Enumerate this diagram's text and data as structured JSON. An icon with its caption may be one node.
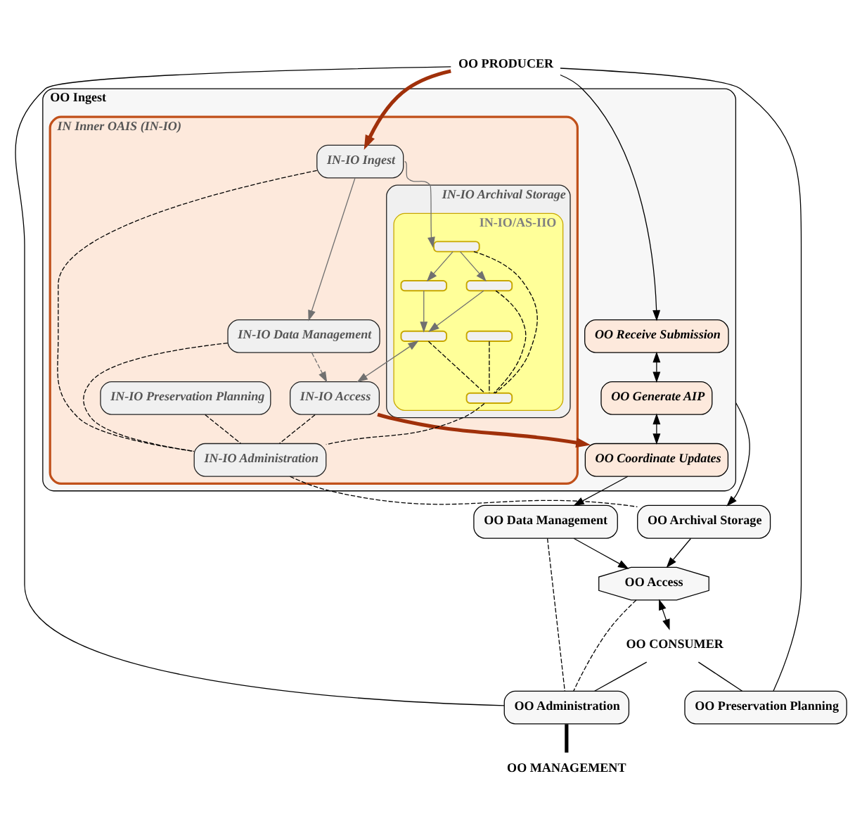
{
  "diagram": {
    "nodes": [
      {
        "text": [
          "OO Preservation Planning"
        ]
      },
      {
        "text": [
          "OO Data Management"
        ]
      },
      {
        "text": [
          "OO Ingest"
        ]
      },
      {
        "text": [
          "OO Receive Submission"
        ],
        "in": 2
      },
      {
        "text": [
          "OO Generate AIP"
        ],
        "in": 2
      },
      {
        "text": [
          "OO Coordinate Updates"
        ],
        "in": 2
      },
      {
        "text": [
          "IN Inner OAIS (IN-IO)"
        ],
        "in": 2
      },
      {
        "text": [
          "IN-IO Preservation Planning"
        ],
        "in": 6
      },
      {
        "text": [
          "IN-IO Ingest"
        ],
        "in": 6
      },
      {
        "text": [
          "IN-IO Data Management"
        ],
        "in": 6
      },
      {
        "text": [
          "IN-IO Access"
        ],
        "in": 6
      },
      {
        "text": [
          "IN-IO Archival Storage"
        ],
        "in": 6
      },
      {
        "text": [
          "IN-IO/AS-IIO"
        ],
        "in": 11
      },
      {
        "text": [],
        "shape": "box",
        "in": 12
      },
      {
        "text": [],
        "shape": "box",
        "in": 12
      },
      {
        "text": [],
        "shape": "box",
        "in": 12
      },
      {
        "text": [],
        "shape": "box",
        "in": 12
      },
      {
        "text": [],
        "shape": "box",
        "in": 12
      },
      {
        "text": [],
        "shape": "box",
        "in": 12
      },
      {
        "text": [
          "IN-IO Administration"
        ],
        "in": 6
      },
      {
        "text": [
          "OO Access"
        ]
      },
      {
        "text": [
          "OO Archival Storage"
        ]
      },
      {
        "text": [
          "OO Administration"
        ]
      },
      {
        "text": [
          "OO PRODUCER"
        ]
      },
      {
        "text": [
          "OO CONSUMER"
        ]
      },
      {
        "text": [
          "OO MANAGEMENT"
        ]
      }
    ],
    "edges": [
      {
        "from": 23,
        "to": 0,
        "arrow": "none"
      },
      {
        "from": 23,
        "to": 3,
        "arrow": "to"
      },
      {
        "from": 23,
        "to": 8,
        "arrow": "to",
        "style": "thick",
        "color": "#a0300a"
      },
      {
        "from": 23,
        "to": 22,
        "arrow": "none"
      },
      {
        "from": 3,
        "to": 4,
        "arrow": "both"
      },
      {
        "from": 4,
        "to": 5,
        "arrow": "both"
      },
      {
        "from": 8,
        "to": 9,
        "arrow": "to",
        "color": "#707070"
      },
      {
        "from": 8,
        "to": 14,
        "arrow": "to",
        "color": "#707070"
      },
      {
        "from": 14,
        "to": 15,
        "arrow": "to",
        "color": "#707070"
      },
      {
        "from": 14,
        "to": 16,
        "arrow": "to",
        "color": "#707070"
      },
      {
        "from": 15,
        "to": 17,
        "arrow": "to",
        "color": "#707070"
      },
      {
        "from": 16,
        "to": 17,
        "arrow": "to",
        "color": "#707070"
      },
      {
        "from": 17,
        "to": 10,
        "arrow": "both",
        "color": "#707070"
      },
      {
        "from": 9,
        "to": 10,
        "arrow": "to",
        "style": "dashed",
        "color": "#707070"
      },
      {
        "from": 10,
        "to": 5,
        "arrow": "to",
        "style": "thick",
        "color": "#a0300a"
      },
      {
        "from": 5,
        "to": 1,
        "arrow": "to"
      },
      {
        "from": 1,
        "to": 20,
        "arrow": "to"
      },
      {
        "from": 2,
        "to": 21,
        "arrow": "to"
      },
      {
        "from": 21,
        "to": 20,
        "arrow": "to"
      },
      {
        "from": 20,
        "to": 24,
        "arrow": "both"
      },
      {
        "from": 24,
        "to": 0,
        "arrow": "none"
      },
      {
        "from": 24,
        "to": 22,
        "arrow": "none"
      },
      {
        "from": 13,
        "to": 18,
        "arrow": "none",
        "style": "dashed"
      },
      {
        "from": 14,
        "to": 18,
        "arrow": "none",
        "style": "dashed"
      },
      {
        "from": 16,
        "to": 18,
        "arrow": "none",
        "style": "dashed"
      },
      {
        "from": 17,
        "to": 18,
        "arrow": "none",
        "style": "dashed"
      },
      {
        "from": 8,
        "to": 19,
        "arrow": "none",
        "style": "dashed"
      },
      {
        "from": 7,
        "to": 19,
        "arrow": "none",
        "style": "dashed"
      },
      {
        "from": 9,
        "to": 19,
        "arrow": "none",
        "style": "dashed"
      },
      {
        "from": 10,
        "to": 19,
        "arrow": "none",
        "style": "dashed"
      },
      {
        "from": 18,
        "to": 19,
        "arrow": "none",
        "style": "dashed"
      },
      {
        "from": 19,
        "to": 21,
        "arrow": "none",
        "style": "dashed"
      },
      {
        "from": 1,
        "to": 22,
        "arrow": "none",
        "style": "dashed"
      },
      {
        "from": 20,
        "to": 22,
        "arrow": "none",
        "style": "dashed"
      },
      {
        "from": 22,
        "to": 25,
        "arrow": "none",
        "style": "thick"
      }
    ]
  }
}
